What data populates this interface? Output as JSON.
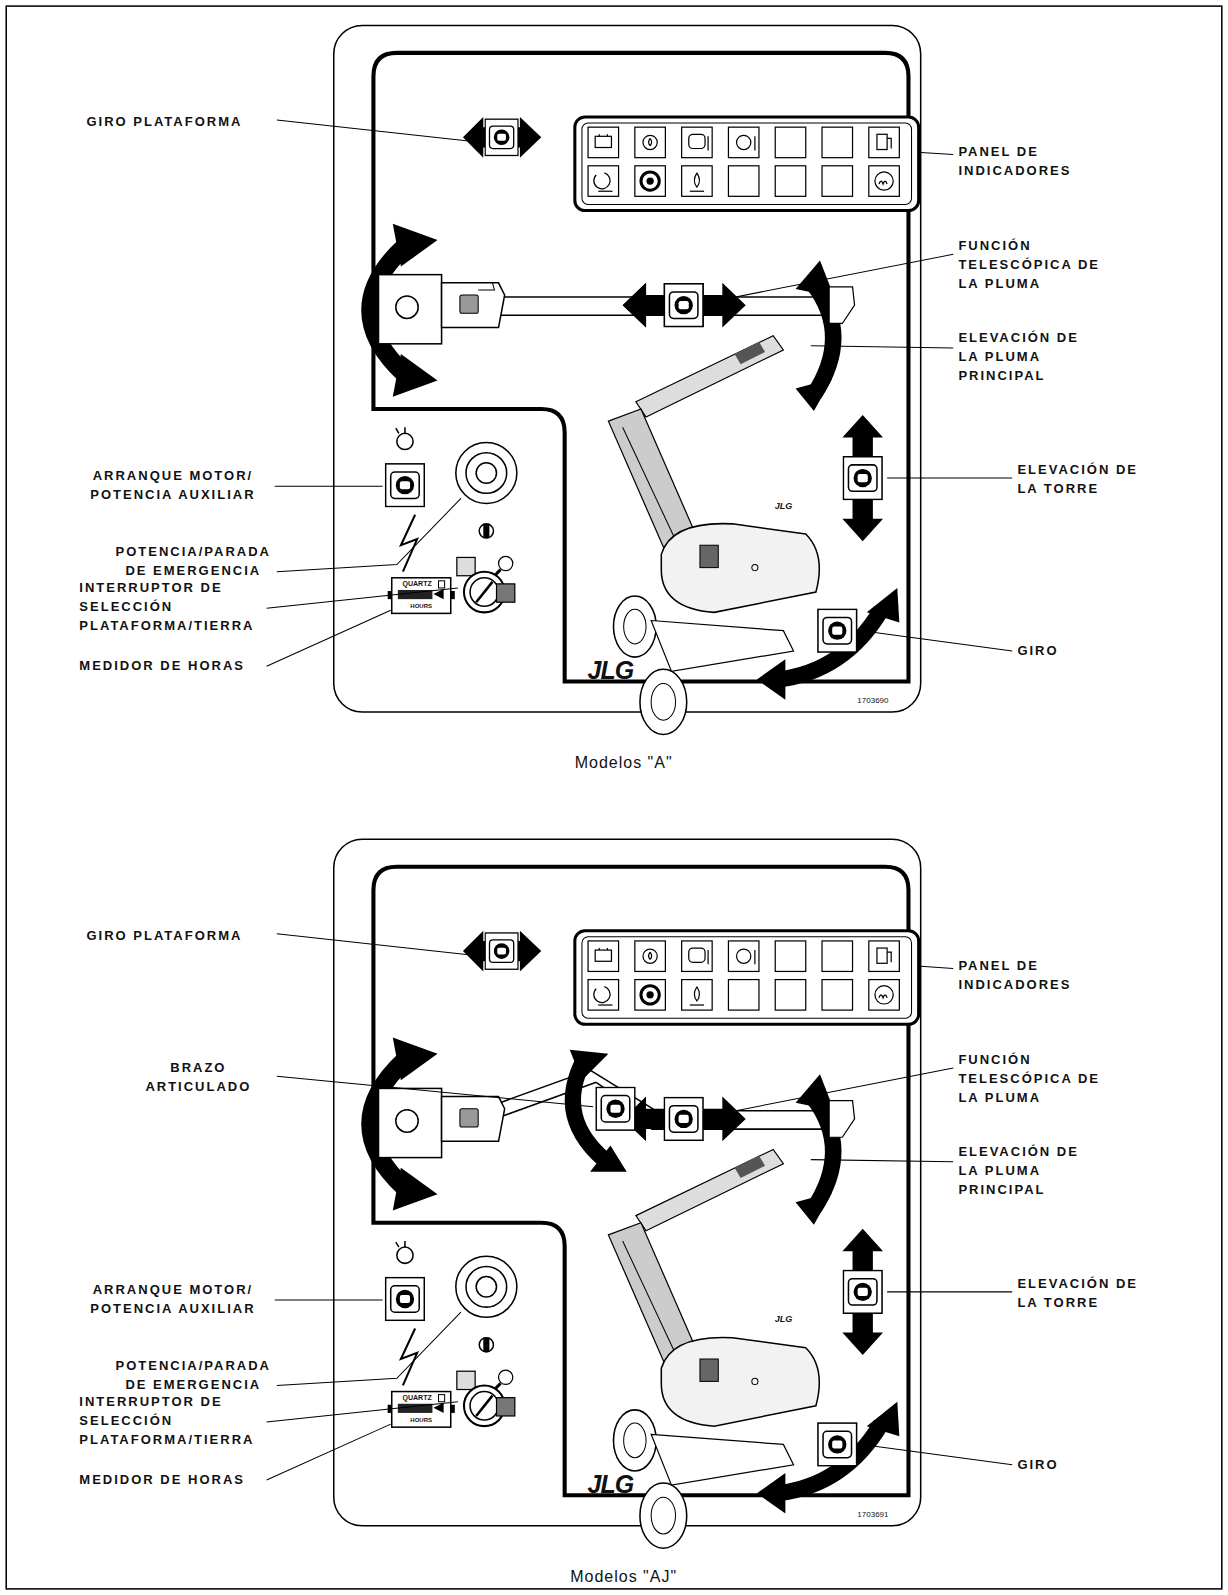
{
  "diagram": {
    "labels": [
      "GIRO PLATAFORMA",
      "PANEL DE INDICADORES",
      "FUNCIÓN TELESCÓPICA DE LA PLUMA",
      "ELEVACIÓN DE LA PLUMA PRINCIPAL",
      "ARRANQUE MOTOR/ POTENCIA AUXILIAR",
      "POTENCIA/PARADA DE EMERGENCIA",
      "ELEVACIÓN DE LA TORRE",
      "INTERRUPTOR DE SELECCIÓN PLATAFORMA/TIERRA",
      "MEDIDOR DE HORAS",
      "GIRO",
      "QUARTZ",
      "HOURS",
      "JLG",
      "1703690",
      "Modelos \"A\"",
      "GIRO PLATAFORMA",
      "PANEL DE INDICADORES",
      "FUNCIÓN TELESCÓPICA DE LA PLUMA",
      "BRAZO ARTICULADO",
      "ELEVACIÓN DE LA PLUMA PRINCIPAL",
      "ARRANQUE MOTOR/ POTENCIA AUXILIAR",
      "POTENCIA/PARADA DE EMERGENCIA",
      "ELEVACIÓN DE LA TORRE",
      "INTERRUPTOR DE SELECCIÓN PLATAFORMA/TIERRA",
      "MEDIDOR DE HORAS",
      "GIRO",
      "QUARTZ",
      "HOURS",
      "JLG",
      "1703691",
      "Modelos \"AJ\"",
      "JLG",
      "JLG"
    ]
  }
}
